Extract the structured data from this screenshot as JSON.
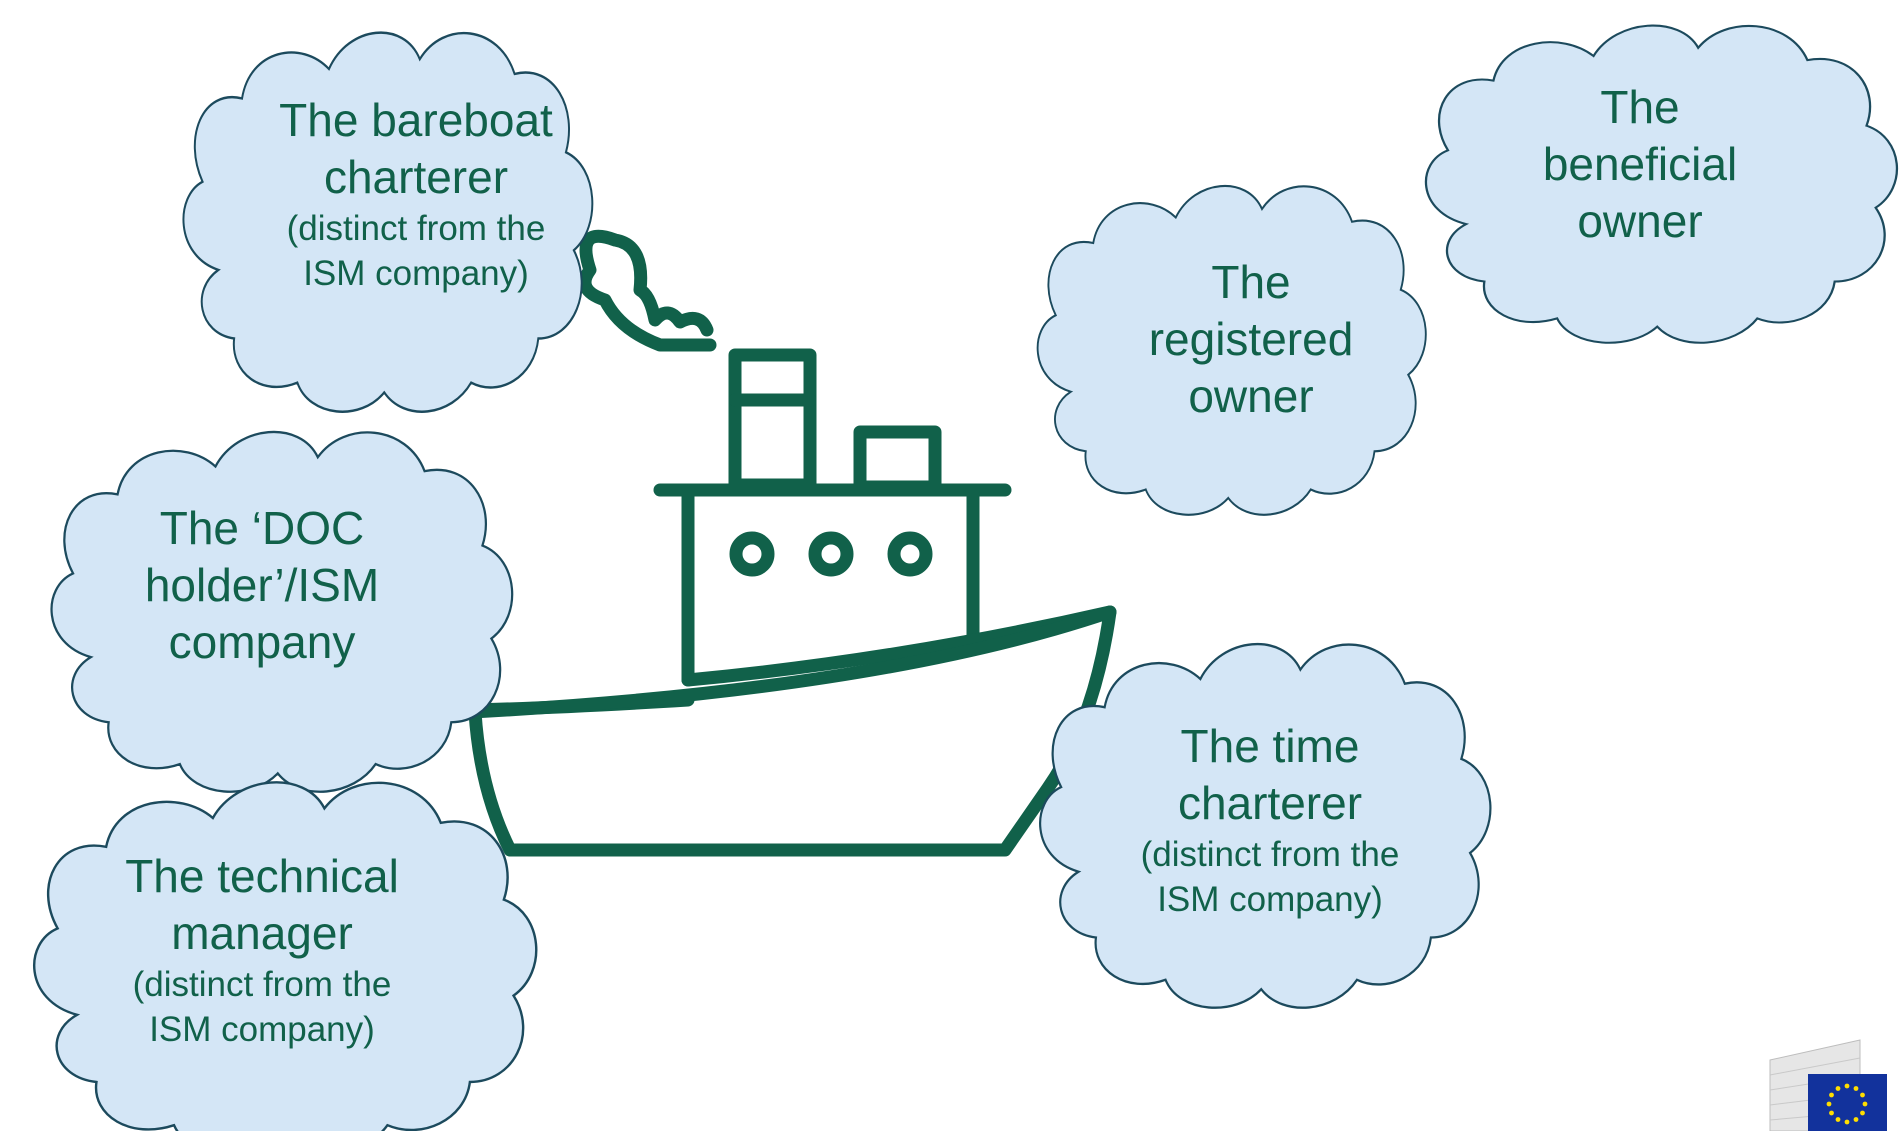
{
  "colors": {
    "cloud_fill": "#d4e6f6",
    "cloud_stroke": "#1c4a5d",
    "text": "#11614a",
    "ship": "#11614a"
  },
  "clouds": {
    "bareboat": {
      "line1": "The bareboat",
      "line2": "charterer",
      "note1": "(distinct from the",
      "note2": "ISM company)"
    },
    "doc_holder": {
      "line1": "The ‘DOC",
      "line2": "holder’/ISM",
      "line3": "company"
    },
    "technical": {
      "line1": "The technical",
      "line2": "manager",
      "note1": "(distinct from the",
      "note2": "ISM company)"
    },
    "registered": {
      "line1": "The",
      "line2": "registered",
      "line3": "owner"
    },
    "beneficial": {
      "line1": "The",
      "line2": "beneficial",
      "line3": "owner"
    },
    "time_charterer": {
      "line1": "The time",
      "line2": "charterer",
      "note1": "(distinct from the",
      "note2": "ISM company)"
    }
  },
  "icons": {
    "ship": "ship-icon",
    "smoke": "smoke-icon",
    "logo": "eu-commission-logo-icon"
  }
}
